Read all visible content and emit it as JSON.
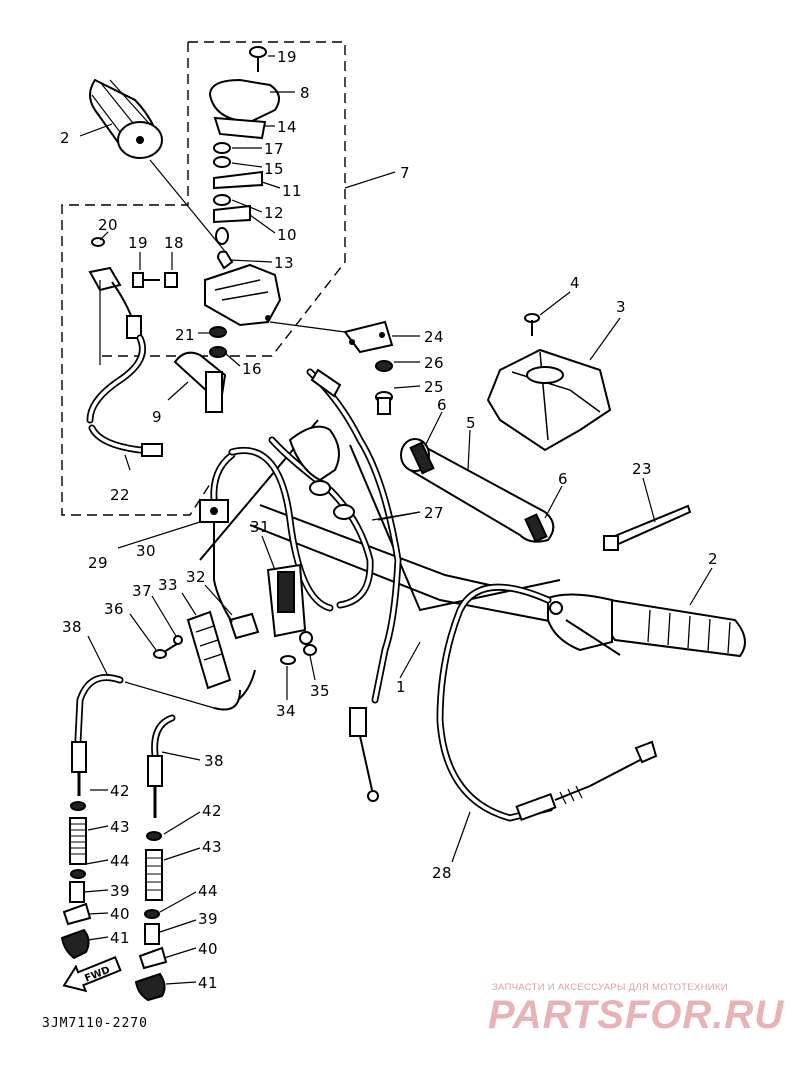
{
  "diagram": {
    "callouts": [
      {
        "id": "c19a",
        "text": "19"
      },
      {
        "id": "c8",
        "text": "8"
      },
      {
        "id": "c14",
        "text": "14"
      },
      {
        "id": "c17",
        "text": "17"
      },
      {
        "id": "c15",
        "text": "15"
      },
      {
        "id": "c11",
        "text": "11"
      },
      {
        "id": "c12",
        "text": "12"
      },
      {
        "id": "c10",
        "text": "10"
      },
      {
        "id": "c13",
        "text": "13"
      },
      {
        "id": "c7",
        "text": "7"
      },
      {
        "id": "c2a",
        "text": "2"
      },
      {
        "id": "c20",
        "text": "20"
      },
      {
        "id": "c19b",
        "text": "19"
      },
      {
        "id": "c18",
        "text": "18"
      },
      {
        "id": "c21",
        "text": "21"
      },
      {
        "id": "c16",
        "text": "16"
      },
      {
        "id": "c9",
        "text": "9"
      },
      {
        "id": "c22",
        "text": "22"
      },
      {
        "id": "c24",
        "text": "24"
      },
      {
        "id": "c26",
        "text": "26"
      },
      {
        "id": "c25",
        "text": "25"
      },
      {
        "id": "c4",
        "text": "4"
      },
      {
        "id": "c3",
        "text": "3"
      },
      {
        "id": "c6a",
        "text": "6"
      },
      {
        "id": "c5",
        "text": "5"
      },
      {
        "id": "c6b",
        "text": "6"
      },
      {
        "id": "c23",
        "text": "23"
      },
      {
        "id": "c27",
        "text": "27"
      },
      {
        "id": "c31",
        "text": "31"
      },
      {
        "id": "c29",
        "text": "29"
      },
      {
        "id": "c30",
        "text": "30"
      },
      {
        "id": "c2b",
        "text": "2"
      },
      {
        "id": "c37",
        "text": "37"
      },
      {
        "id": "c33",
        "text": "33"
      },
      {
        "id": "c32",
        "text": "32"
      },
      {
        "id": "c36",
        "text": "36"
      },
      {
        "id": "c38a",
        "text": "38"
      },
      {
        "id": "c35",
        "text": "35"
      },
      {
        "id": "c34",
        "text": "34"
      },
      {
        "id": "c1",
        "text": "1"
      },
      {
        "id": "c38b",
        "text": "38"
      },
      {
        "id": "c42a",
        "text": "42"
      },
      {
        "id": "c42b",
        "text": "42"
      },
      {
        "id": "c43a",
        "text": "43"
      },
      {
        "id": "c43b",
        "text": "43"
      },
      {
        "id": "c44a",
        "text": "44"
      },
      {
        "id": "c44b",
        "text": "44"
      },
      {
        "id": "c39a",
        "text": "39"
      },
      {
        "id": "c39b",
        "text": "39"
      },
      {
        "id": "c40a",
        "text": "40"
      },
      {
        "id": "c40b",
        "text": "40"
      },
      {
        "id": "c41a",
        "text": "41"
      },
      {
        "id": "c41b",
        "text": "41"
      },
      {
        "id": "c28",
        "text": "28"
      }
    ],
    "fwd_label": "FWD",
    "diagram_code": "3JM7110-2270"
  },
  "watermark": {
    "tagline": "ЗАПЧАСТИ И АКСЕССУАРЫ ДЛЯ МОТОТЕХНИКИ",
    "logo": "PARTSFOR.RU",
    "color": "#e7b3b6"
  }
}
